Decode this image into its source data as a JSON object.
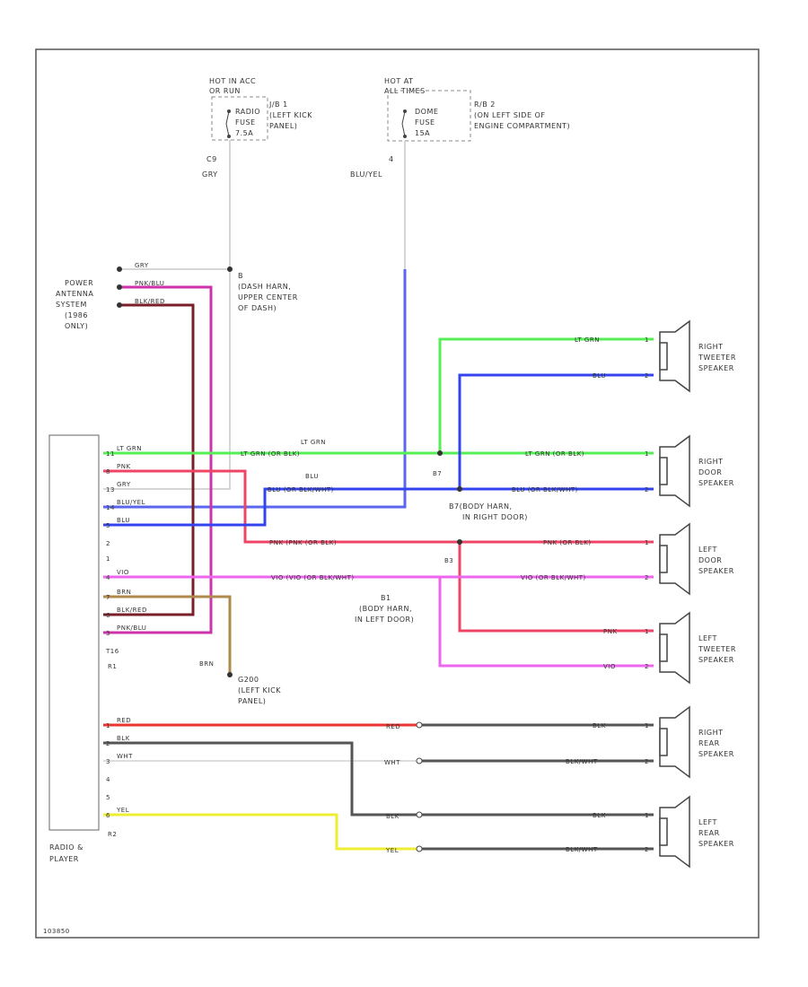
{
  "fuses": {
    "fuse1": {
      "hot": [
        "HOT IN ACC",
        "OR RUN"
      ],
      "fuse": [
        "RADIO",
        "FUSE",
        "7.5A"
      ],
      "box": [
        "J/B 1",
        "(LEFT KICK",
        "PANEL)"
      ],
      "wire_id": "C9",
      "wire_color": "GRY"
    },
    "fuse2": {
      "hot": [
        "HOT AT",
        "ALL TIMES"
      ],
      "fuse": [
        "DOME",
        "FUSE",
        "15A"
      ],
      "box": [
        "R/B 2",
        "(ON LEFT SIDE OF",
        "ENGINE COMPARTMENT)"
      ],
      "wire_id": "4",
      "wire_color": "BLU/YEL"
    }
  },
  "antenna": {
    "label": [
      "POWER",
      "ANTENNA",
      "SYSTEM",
      "(1986",
      "ONLY)"
    ],
    "wires": [
      "GRY",
      "PNK/BLU",
      "BLK/RED"
    ],
    "splice": [
      "B",
      "(DASH HARN,",
      "UPPER CENTER",
      "OF DASH)"
    ]
  },
  "radio": {
    "label": [
      "RADIO &",
      "PLAYER"
    ],
    "connector1": "R1",
    "connector2": "R2",
    "pins1": [
      "11",
      "8",
      "13",
      "14",
      "5",
      "2",
      "1",
      "4",
      "7",
      "6",
      "3",
      "T16"
    ],
    "pins2": [
      "1",
      "2",
      "3",
      "4",
      "5",
      "6"
    ],
    "wires": {
      "ltgrn": "LT GRN",
      "pnk": "PNK",
      "gry": "GRY",
      "bluyel": "BLU/YEL",
      "blu": "BLU",
      "vio": "VIO",
      "brn": "BRN",
      "blkred": "BLK/RED",
      "pnkblu": "PNK/BLU",
      "red": "RED",
      "blk": "BLK",
      "wht": "WHT",
      "yel": "YEL"
    }
  },
  "mid": {
    "ltgrn_top": "LT GRN",
    "ltgrn_alt": "LT GRN  (OR BLK)",
    "blu_top": "BLU",
    "blu_alt": "BLU  (OR BLK/WHT)",
    "pnk_alt": "PNK  (PNK (OR BLK)",
    "vio_alt": "VIO  (VIO (OR BLK/WHT)",
    "splice_b7": "B7",
    "splice_b7_label": [
      "B7(BODY HARN,",
      "IN RIGHT DOOR)"
    ],
    "splice_b3": "B3",
    "splice_b1": [
      "B1",
      "(BODY HARN,",
      "IN LEFT DOOR)"
    ],
    "ground": [
      "G200",
      "(LEFT KICK",
      "PANEL)"
    ],
    "ground_wire": "BRN"
  },
  "speakers": [
    {
      "name": [
        "RIGHT",
        "TWEETER",
        "SPEAKER"
      ],
      "wire1": "LT GRN",
      "wire2": "BLU",
      "pins": [
        "1",
        "2"
      ]
    },
    {
      "name": [
        "RIGHT",
        "DOOR",
        "SPEAKER"
      ],
      "wire1": "LT GRN (OR BLK)",
      "wire2": "BLU (OR BLK/WHT)",
      "pins": [
        "1",
        "2"
      ]
    },
    {
      "name": [
        "LEFT",
        "DOOR",
        "SPEAKER"
      ],
      "wire1": "PNK (OR BLK)",
      "wire2": "VIO (OR BLK/WHT)",
      "pins": [
        "1",
        "2"
      ]
    },
    {
      "name": [
        "LEFT",
        "TWEETER",
        "SPEAKER"
      ],
      "wire1": "PNK",
      "wire2": "VIO",
      "pins": [
        "1",
        "2"
      ]
    },
    {
      "name": [
        "RIGHT",
        "REAR",
        "SPEAKER"
      ],
      "wire1": "BLK",
      "wire2": "BLK/WHT",
      "pins": [
        "1",
        "2"
      ]
    },
    {
      "name": [
        "LEFT",
        "REAR",
        "SPEAKER"
      ],
      "wire1": "BLK",
      "wire2": "BLK/WHT",
      "pins": [
        "1",
        "2"
      ]
    }
  ],
  "rear": {
    "red": "RED",
    "wht": "WHT",
    "blk": "BLK",
    "yel": "YEL"
  },
  "footer": "103850",
  "colors": {
    "ltgrn": "#55ee55",
    "blu": "#3344ee",
    "pnk": "#ee4466",
    "vio": "#ee66ee",
    "gry": "#d0d0d0",
    "brn": "#b08a4a",
    "blkred": "#7a1f2a",
    "pnkblu": "#cc33aa",
    "red": "#ee3333",
    "blk": "#444444",
    "wht": "#dddddd",
    "yel": "#eeee33",
    "bluyel": "#5a66ee"
  }
}
